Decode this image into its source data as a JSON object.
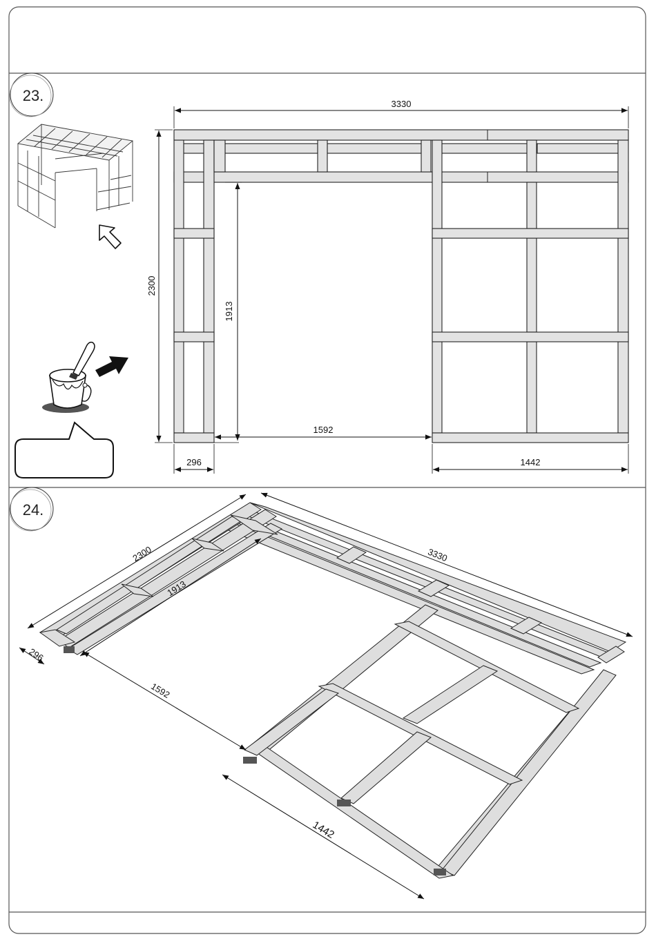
{
  "step23": {
    "number": "23.",
    "dimensions": {
      "overall_width": "3330",
      "overall_height": "2300",
      "opening_height": "1913",
      "opening_width": "1592",
      "left_section_width": "296",
      "right_section_width": "1442"
    },
    "icons": [
      "frame-perspective-icon",
      "pointer-arrow-icon",
      "paint-bucket-icon",
      "arrow-right-icon",
      "speech-bubble-icon"
    ]
  },
  "step24": {
    "number": "24.",
    "dimensions": {
      "overall_width": "3330",
      "overall_height": "2300",
      "opening_height": "1913",
      "opening_width": "1592",
      "left_section_width": "296",
      "right_section_width": "1442"
    }
  },
  "colors": {
    "timber_fill": "#e3e3e3",
    "outline": "#222222",
    "panel_border": "#555555"
  }
}
